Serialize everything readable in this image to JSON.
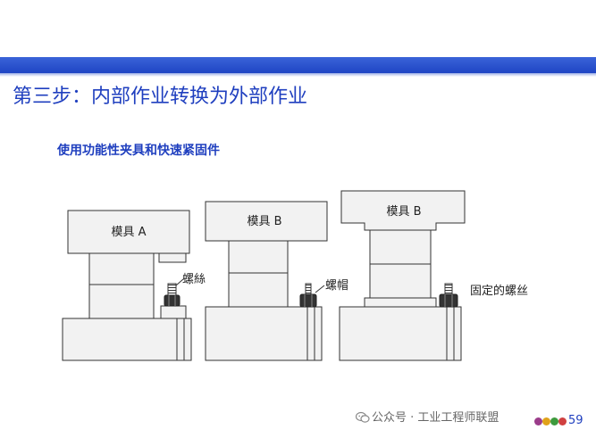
{
  "slide": {
    "title": "第三步：内部作业转换为外部作业",
    "subtitle": "使用功能性夹具和快速紧固件",
    "page_number": "59"
  },
  "diagram": {
    "die_labels": [
      "模具 A",
      "模具 B",
      "模具 B"
    ],
    "callouts": {
      "screw": "螺絲",
      "nut": "螺帽",
      "fixed_screw": "固定的螺丝"
    }
  },
  "watermark": {
    "text": "公众号 · 工业工程师联盟",
    "icon": "wechat-icon"
  },
  "colors": {
    "accent": "#1f3fbf",
    "band": "#2a50d0",
    "die_fill": "#f2f2f2",
    "line": "#333333",
    "fastener": "#333333",
    "dots": [
      "#9b3c8a",
      "#e0a21a",
      "#3d9a3d",
      "#d04040"
    ]
  }
}
